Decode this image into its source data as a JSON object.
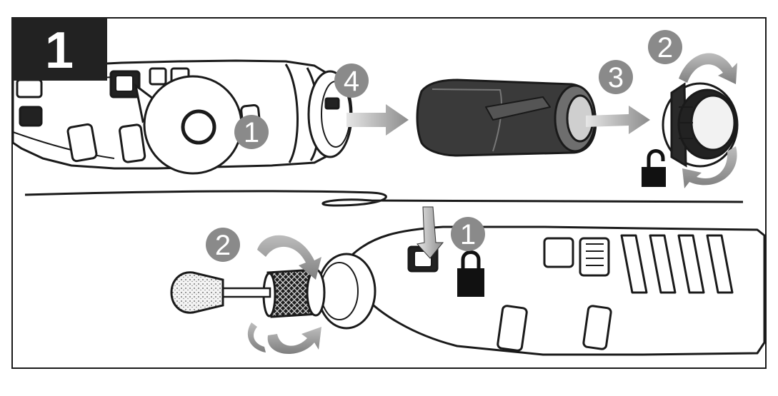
{
  "figure": {
    "step_number": "1",
    "top_callouts": [
      "1",
      "4",
      "3",
      "2"
    ],
    "bottom_callouts": [
      "2",
      "1"
    ],
    "icons": {
      "top_lock": "unlock-icon",
      "bottom_lock": "lock-icon"
    },
    "colors": {
      "badge_dark": "#222222",
      "callout_gray": "#8a8a8a",
      "line": "#1a1a1a",
      "arrow_gray": "#9a9a9a"
    }
  }
}
